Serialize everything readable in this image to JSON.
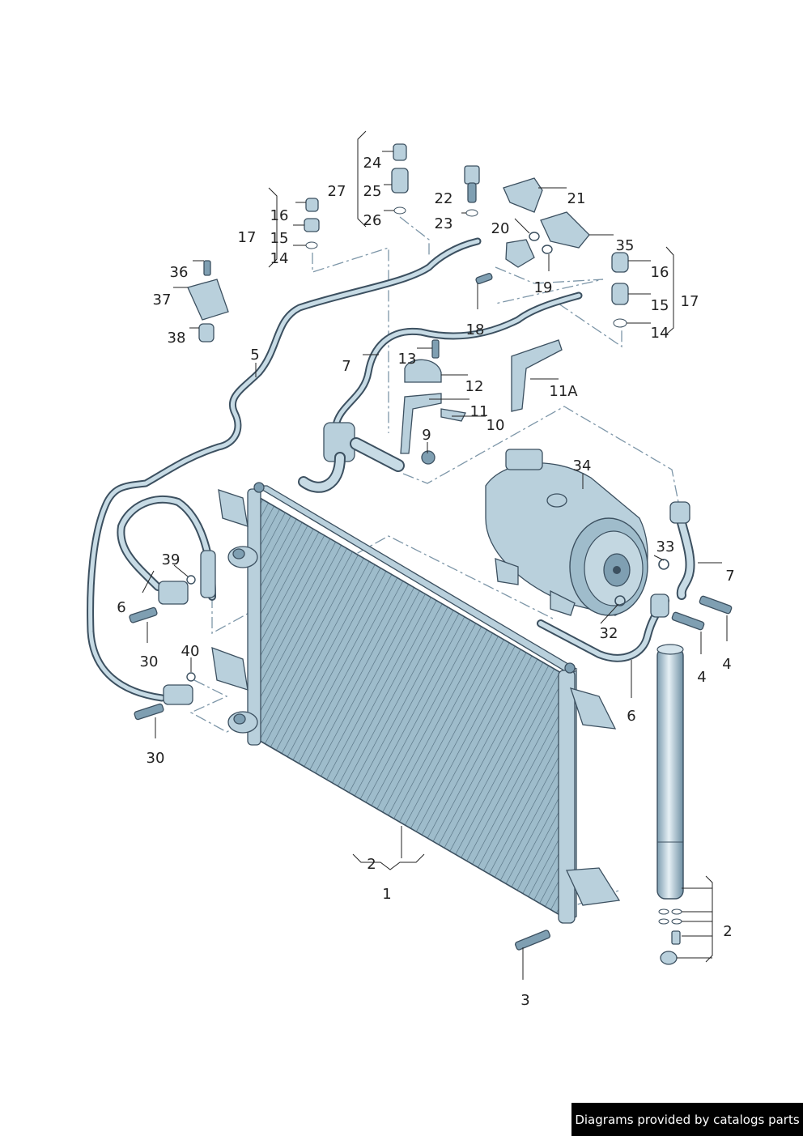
{
  "footer": {
    "credit": "Diagrams provided by catalogs parts"
  },
  "callouts": [
    {
      "id": "c1",
      "label": "1"
    },
    {
      "id": "c2a",
      "label": "2"
    },
    {
      "id": "c2b",
      "label": "2"
    },
    {
      "id": "c3",
      "label": "3"
    },
    {
      "id": "c4a",
      "label": "4"
    },
    {
      "id": "c4b",
      "label": "4"
    },
    {
      "id": "c5",
      "label": "5"
    },
    {
      "id": "c6a",
      "label": "6"
    },
    {
      "id": "c6b",
      "label": "6"
    },
    {
      "id": "c7a",
      "label": "7"
    },
    {
      "id": "c7b",
      "label": "7"
    },
    {
      "id": "c9",
      "label": "9"
    },
    {
      "id": "c10",
      "label": "10"
    },
    {
      "id": "c11",
      "label": "11"
    },
    {
      "id": "c11A",
      "label": "11A"
    },
    {
      "id": "c12",
      "label": "12"
    },
    {
      "id": "c13",
      "label": "13"
    },
    {
      "id": "c14a",
      "label": "14"
    },
    {
      "id": "c14b",
      "label": "14"
    },
    {
      "id": "c15a",
      "label": "15"
    },
    {
      "id": "c15b",
      "label": "15"
    },
    {
      "id": "c16a",
      "label": "16"
    },
    {
      "id": "c16b",
      "label": "16"
    },
    {
      "id": "c17a",
      "label": "17"
    },
    {
      "id": "c17b",
      "label": "17"
    },
    {
      "id": "c18",
      "label": "18"
    },
    {
      "id": "c19",
      "label": "19"
    },
    {
      "id": "c20",
      "label": "20"
    },
    {
      "id": "c21",
      "label": "21"
    },
    {
      "id": "c22",
      "label": "22"
    },
    {
      "id": "c23",
      "label": "23"
    },
    {
      "id": "c24",
      "label": "24"
    },
    {
      "id": "c25",
      "label": "25"
    },
    {
      "id": "c26",
      "label": "26"
    },
    {
      "id": "c27",
      "label": "27"
    },
    {
      "id": "c30a",
      "label": "30"
    },
    {
      "id": "c30b",
      "label": "30"
    },
    {
      "id": "c32",
      "label": "32"
    },
    {
      "id": "c33",
      "label": "33"
    },
    {
      "id": "c34",
      "label": "34"
    },
    {
      "id": "c35",
      "label": "35"
    },
    {
      "id": "c36",
      "label": "36"
    },
    {
      "id": "c37",
      "label": "37"
    },
    {
      "id": "c38",
      "label": "38"
    },
    {
      "id": "c39",
      "label": "39"
    },
    {
      "id": "c40",
      "label": "40"
    }
  ]
}
